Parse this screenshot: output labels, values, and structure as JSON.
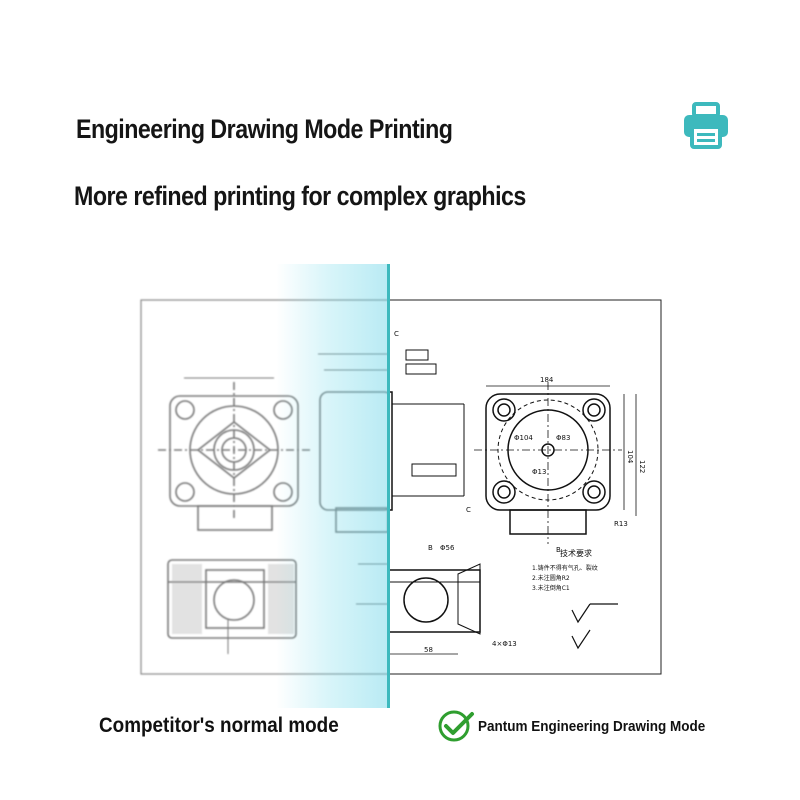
{
  "header": {
    "title": "Engineering Drawing Mode Printing",
    "subtitle": "More refined printing for complex graphics",
    "icon": "printer-icon",
    "accent_color": "#3db9bd"
  },
  "comparison": {
    "left_label": "Competitor's normal mode",
    "right_label": "Pantum Engineering Drawing Mode",
    "right_icon": "check-circle-icon",
    "check_color": "#2f9e2f"
  },
  "drawing": {
    "dims": {
      "top_width": "184",
      "right_height": "122",
      "right_height_2": "104",
      "bolt_label": "4×Φ13",
      "dia_a": "Φ104",
      "dia_b": "Φ83",
      "dia_c": "Φ13",
      "label_b": "B",
      "label_b2": "B",
      "label_c": "C",
      "label_c2": "C",
      "r13": "R13",
      "phi56": "Φ56",
      "fifty8": "58",
      "fortyfive": "4×Φ13"
    },
    "notes": {
      "heading": "技术要求",
      "line1": "1.铸件不得有气孔、裂纹",
      "line2": "2.未注圆角R2",
      "line3": "3.未注倒角C1"
    }
  }
}
